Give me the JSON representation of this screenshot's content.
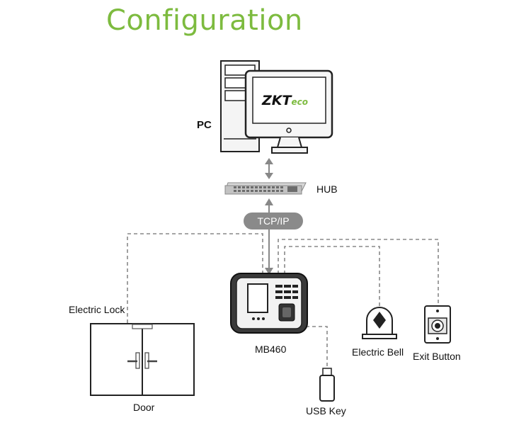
{
  "title": "Configuration",
  "brand": {
    "logo_main": "ZKT",
    "logo_sub": "eco",
    "accent_color": "#7dbb3f"
  },
  "labels": {
    "pc": "PC",
    "hub": "HUB",
    "protocol": "TCP/IP",
    "device": "MB460",
    "electric_lock": "Electric Lock",
    "door": "Door",
    "usb_key": "USB Key",
    "electric_bell": "Electric Bell",
    "exit_button": "Exit Button"
  },
  "icons": [
    "pc-tower-icon",
    "monitor-icon",
    "hub-icon",
    "terminal-icon",
    "door-icon",
    "usb-key-icon",
    "bell-icon",
    "exit-button-icon"
  ]
}
